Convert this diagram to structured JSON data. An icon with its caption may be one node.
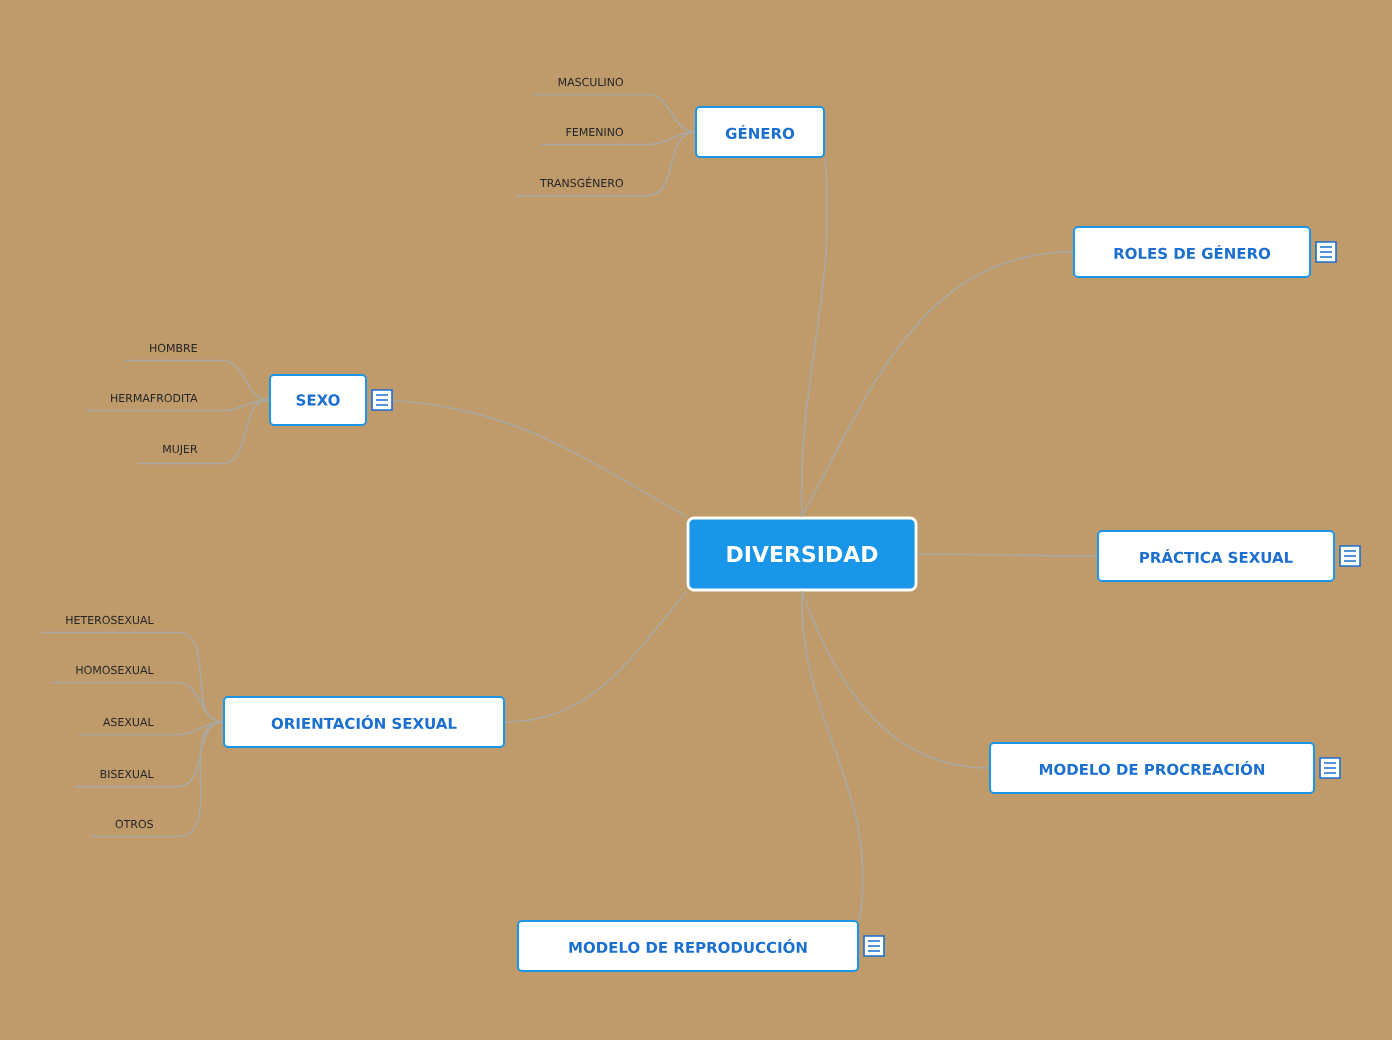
{
  "diagram": {
    "nodes": [
      {
        "text": [
          "DIVERSIDAD"
        ]
      },
      {
        "text": [
          "GÉNERO"
        ]
      },
      {
        "text": [
          "MASCULINO"
        ]
      },
      {
        "text": [
          "FEMENINO"
        ]
      },
      {
        "text": [
          "TRANSGÉNERO"
        ]
      },
      {
        "text": [
          "ROLES DE GÉNERO"
        ]
      },
      {
        "text": [
          "SEXO"
        ]
      },
      {
        "text": [
          "HOMBRE"
        ]
      },
      {
        "text": [
          "HERMAFRODITA"
        ]
      },
      {
        "text": [
          "MUJER"
        ]
      },
      {
        "text": [
          "PRÁCTICA SEXUAL"
        ]
      },
      {
        "text": [
          "ORIENTACIÓN SEXUAL"
        ]
      },
      {
        "text": [
          "HETEROSEXUAL"
        ]
      },
      {
        "text": [
          "HOMOSEXUAL"
        ]
      },
      {
        "text": [
          "ASEXUAL"
        ]
      },
      {
        "text": [
          "BISEXUAL"
        ]
      },
      {
        "text": [
          "OTROS"
        ]
      },
      {
        "text": [
          "MODELO DE PROCREACIÓN"
        ]
      },
      {
        "text": [
          "MODELO DE REPRODUCCIÓN"
        ]
      }
    ],
    "edges": [
      {
        "from": 0,
        "to": 1,
        "arrow": "none"
      },
      {
        "from": 1,
        "to": 2,
        "arrow": "none"
      },
      {
        "from": 1,
        "to": 3,
        "arrow": "none"
      },
      {
        "from": 1,
        "to": 4,
        "arrow": "none"
      },
      {
        "from": 0,
        "to": 5,
        "arrow": "none"
      },
      {
        "from": 0,
        "to": 6,
        "arrow": "none"
      },
      {
        "from": 6,
        "to": 7,
        "arrow": "none"
      },
      {
        "from": 6,
        "to": 8,
        "arrow": "none"
      },
      {
        "from": 6,
        "to": 9,
        "arrow": "none"
      },
      {
        "from": 0,
        "to": 10,
        "arrow": "none"
      },
      {
        "from": 0,
        "to": 11,
        "arrow": "none"
      },
      {
        "from": 11,
        "to": 12,
        "arrow": "none"
      },
      {
        "from": 11,
        "to": 13,
        "arrow": "none"
      },
      {
        "from": 11,
        "to": 14,
        "arrow": "none"
      },
      {
        "from": 11,
        "to": 15,
        "arrow": "none"
      },
      {
        "from": 11,
        "to": 16,
        "arrow": "none"
      },
      {
        "from": 0,
        "to": 17,
        "arrow": "none"
      },
      {
        "from": 0,
        "to": 18,
        "arrow": "none"
      }
    ]
  }
}
